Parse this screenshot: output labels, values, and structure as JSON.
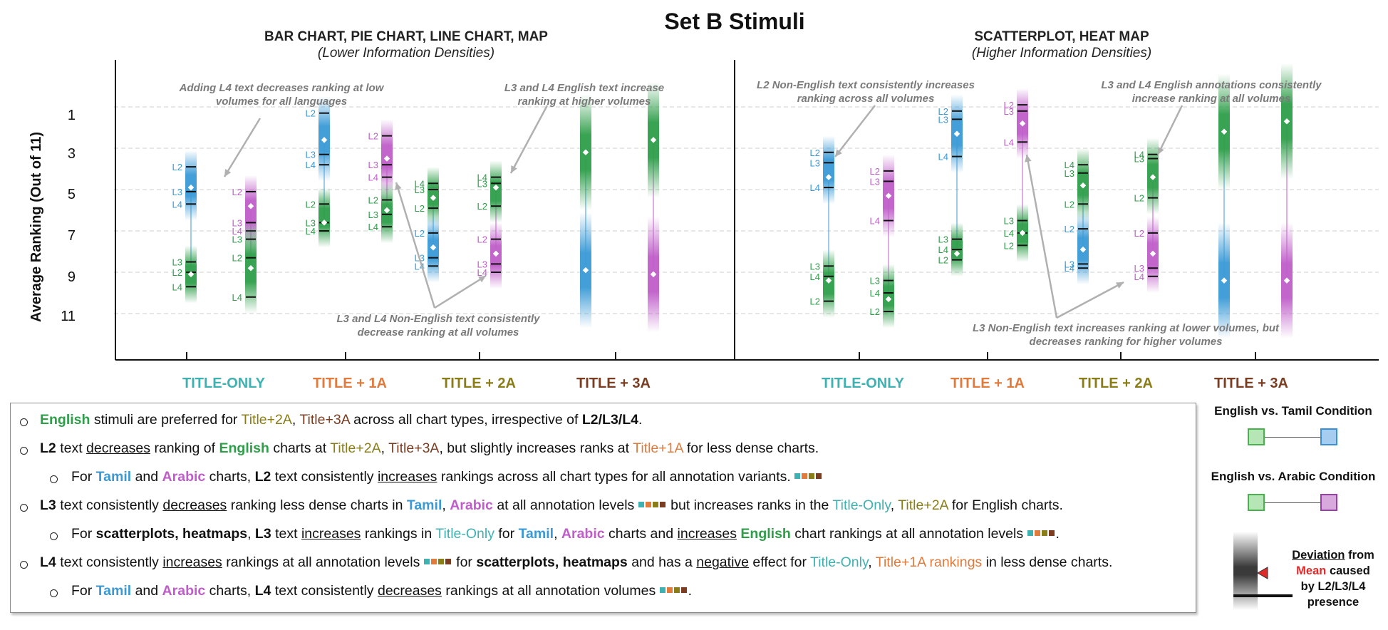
{
  "title": "Set B Stimuli",
  "colors": {
    "english": "#2e9e49",
    "tamil": "#3a9ad6",
    "arabic": "#bf5ec9",
    "title_only": "#3fb1b1",
    "title_1a": "#e07a3d",
    "title_2a": "#8a7d18",
    "title_3a": "#7b3d22",
    "legend_red": "#e02a2a"
  },
  "y_axis": {
    "label": "Average Ranking (Out of 11)",
    "ticks": [
      "1",
      "3",
      "5",
      "7",
      "9",
      "11"
    ]
  },
  "chart_data": [
    {
      "type": "range",
      "title": "BAR CHART, PIE CHART, LINE CHART, MAP",
      "subtitle": "(Lower  Information Densities)",
      "ylabel": "Average Ranking (Out of 11)",
      "ylim": [
        13,
        -0.5
      ],
      "categories": [
        "TITLE-ONLY",
        "TITLE + 1A",
        "TITLE + 2A",
        "TITLE + 3A"
      ],
      "pairs": [
        {
          "category": "TITLE-ONLY",
          "a": {
            "lang": "tamil",
            "mean": 4.9,
            "marks": [
              {
                "label": "L2",
                "y": 3.9
              },
              {
                "label": "L3",
                "y": 5.1
              },
              {
                "label": "L4",
                "y": 5.7
              }
            ]
          },
          "b": {
            "lang": "english",
            "mean": 9.1,
            "marks": [
              {
                "label": "L3",
                "y": 8.5
              },
              {
                "label": "L2",
                "y": 9.0
              },
              {
                "label": "L4",
                "y": 9.7
              }
            ]
          }
        },
        {
          "category": "TITLE-ONLY",
          "a": {
            "lang": "arabic",
            "mean": 5.8,
            "marks": [
              {
                "label": "L2",
                "y": 5.1
              },
              {
                "label": "L3",
                "y": 6.6
              },
              {
                "label": "L4",
                "y": 7.0
              }
            ]
          },
          "b": {
            "lang": "english",
            "mean": 8.8,
            "marks": [
              {
                "label": "L3",
                "y": 7.4
              },
              {
                "label": "L2",
                "y": 8.3
              },
              {
                "label": "L4",
                "y": 10.2
              }
            ]
          }
        },
        {
          "category": "TITLE + 1A",
          "a": {
            "lang": "tamil",
            "mean": 2.6,
            "marks": [
              {
                "label": "L2",
                "y": 1.3
              },
              {
                "label": "L3",
                "y": 3.3
              },
              {
                "label": "L4",
                "y": 3.8
              }
            ]
          },
          "b": {
            "lang": "english",
            "mean": 6.6,
            "marks": [
              {
                "label": "L2",
                "y": 5.7
              },
              {
                "label": "L3",
                "y": 6.6
              },
              {
                "label": "L4",
                "y": 7.0
              }
            ]
          }
        },
        {
          "category": "TITLE + 1A",
          "a": {
            "lang": "arabic",
            "mean": 3.5,
            "marks": [
              {
                "label": "L2",
                "y": 2.4
              },
              {
                "label": "L3",
                "y": 3.8
              },
              {
                "label": "L4",
                "y": 4.4
              }
            ]
          },
          "b": {
            "lang": "english",
            "mean": 6.0,
            "marks": [
              {
                "label": "L2",
                "y": 5.5
              },
              {
                "label": "L3",
                "y": 6.2
              },
              {
                "label": "L4",
                "y": 6.8
              }
            ]
          }
        },
        {
          "category": "TITLE + 2A",
          "a": {
            "lang": "english",
            "mean": 5.4,
            "marks": [
              {
                "label": "L4",
                "y": 4.7
              },
              {
                "label": "L3",
                "y": 5.0
              },
              {
                "label": "L2",
                "y": 5.9
              }
            ]
          },
          "b": {
            "lang": "tamil",
            "mean": 7.8,
            "marks": [
              {
                "label": "L2",
                "y": 7.1
              },
              {
                "label": "L3",
                "y": 8.3
              },
              {
                "label": "L4",
                "y": 8.7
              }
            ]
          }
        },
        {
          "category": "TITLE + 2A",
          "a": {
            "lang": "english",
            "mean": 4.9,
            "marks": [
              {
                "label": "L4",
                "y": 4.4
              },
              {
                "label": "L3",
                "y": 4.7
              },
              {
                "label": "L2",
                "y": 5.8
              }
            ]
          },
          "b": {
            "lang": "arabic",
            "mean": 8.1,
            "marks": [
              {
                "label": "L2",
                "y": 7.4
              },
              {
                "label": "L3",
                "y": 8.6
              },
              {
                "label": "L4",
                "y": 9.0
              }
            ]
          }
        },
        {
          "category": "TITLE + 3A",
          "a": {
            "lang": "english",
            "mean": 3.2,
            "marks": []
          },
          "b": {
            "lang": "tamil",
            "mean": 8.9,
            "marks": []
          }
        },
        {
          "category": "TITLE + 3A",
          "a": {
            "lang": "english",
            "mean": 2.6,
            "marks": []
          },
          "b": {
            "lang": "arabic",
            "mean": 9.1,
            "marks": []
          }
        }
      ],
      "annotations": [
        "Adding L4 text decreases ranking at low volumes for all languages",
        "L3 and L4 English text increase ranking at higher volumes",
        "L3 and L4 Non-English text consistently decrease ranking at all volumes"
      ]
    },
    {
      "type": "range",
      "title": "SCATTERPLOT, HEAT MAP",
      "subtitle": "(Higher  Information Densities)",
      "ylim": [
        13,
        -0.5
      ],
      "categories": [
        "TITLE-ONLY",
        "TITLE + 1A",
        "TITLE + 2A",
        "TITLE + 3A"
      ],
      "pairs": [
        {
          "category": "TITLE-ONLY",
          "a": {
            "lang": "tamil",
            "mean": 4.4,
            "marks": [
              {
                "label": "L2",
                "y": 3.2
              },
              {
                "label": "L3",
                "y": 3.7
              },
              {
                "label": "L4",
                "y": 4.9
              }
            ]
          },
          "b": {
            "lang": "english",
            "mean": 9.4,
            "marks": [
              {
                "label": "L3",
                "y": 8.7
              },
              {
                "label": "L4",
                "y": 9.2
              },
              {
                "label": "L2",
                "y": 10.4
              }
            ]
          }
        },
        {
          "category": "TITLE-ONLY",
          "a": {
            "lang": "arabic",
            "mean": 5.3,
            "marks": [
              {
                "label": "L2",
                "y": 4.1
              },
              {
                "label": "L3",
                "y": 4.6
              },
              {
                "label": "L4",
                "y": 6.5
              }
            ]
          },
          "b": {
            "lang": "english",
            "mean": 10.3,
            "marks": [
              {
                "label": "L3",
                "y": 9.4
              },
              {
                "label": "L4",
                "y": 10.0
              },
              {
                "label": "L2",
                "y": 10.9
              }
            ]
          }
        },
        {
          "category": "TITLE + 1A",
          "a": {
            "lang": "tamil",
            "mean": 2.3,
            "marks": [
              {
                "label": "L2",
                "y": 1.2
              },
              {
                "label": "L3",
                "y": 1.6
              },
              {
                "label": "L4",
                "y": 3.4
              }
            ]
          },
          "b": {
            "lang": "english",
            "mean": 8.1,
            "marks": [
              {
                "label": "L3",
                "y": 7.4
              },
              {
                "label": "L4",
                "y": 7.9
              },
              {
                "label": "L2",
                "y": 8.4
              }
            ]
          }
        },
        {
          "category": "TITLE + 1A",
          "a": {
            "lang": "arabic",
            "mean": 1.8,
            "marks": [
              {
                "label": "L2",
                "y": 0.9
              },
              {
                "label": "L3",
                "y": 1.2
              },
              {
                "label": "L4",
                "y": 2.7
              }
            ]
          },
          "b": {
            "lang": "english",
            "mean": 7.1,
            "marks": [
              {
                "label": "L3",
                "y": 6.5
              },
              {
                "label": "L4",
                "y": 7.1
              },
              {
                "label": "L2",
                "y": 7.7
              }
            ]
          }
        },
        {
          "category": "TITLE + 2A",
          "a": {
            "lang": "english",
            "mean": 4.8,
            "marks": [
              {
                "label": "L4",
                "y": 3.8
              },
              {
                "label": "L3",
                "y": 4.2
              },
              {
                "label": "L2",
                "y": 5.7
              }
            ]
          },
          "b": {
            "lang": "tamil",
            "mean": 7.9,
            "marks": [
              {
                "label": "L2",
                "y": 6.9
              },
              {
                "label": "L3",
                "y": 8.6
              },
              {
                "label": "L4",
                "y": 8.8
              }
            ]
          }
        },
        {
          "category": "TITLE + 2A",
          "a": {
            "lang": "english",
            "mean": 4.4,
            "marks": [
              {
                "label": "L4",
                "y": 3.3
              },
              {
                "label": "L3",
                "y": 3.5
              },
              {
                "label": "L2",
                "y": 5.4
              }
            ]
          },
          "b": {
            "lang": "arabic",
            "mean": 8.1,
            "marks": [
              {
                "label": "L2",
                "y": 7.1
              },
              {
                "label": "L3",
                "y": 8.8
              },
              {
                "label": "L4",
                "y": 9.2
              }
            ]
          }
        },
        {
          "category": "TITLE + 3A",
          "a": {
            "lang": "english",
            "mean": 2.2,
            "marks": []
          },
          "b": {
            "lang": "tamil",
            "mean": 9.4,
            "marks": []
          }
        },
        {
          "category": "TITLE + 3A",
          "a": {
            "lang": "english",
            "mean": 1.7,
            "marks": []
          },
          "b": {
            "lang": "arabic",
            "mean": 9.4,
            "marks": []
          }
        }
      ],
      "annotations": [
        "L2 Non-English text consistently increases ranking across all volumes",
        "L3 and L4 English annotations consistently increase ranking at all volumes",
        "L3 Non-English text increases ranking at lower volumes, but decreases ranking for higher volumes"
      ]
    }
  ],
  "annotations_text": {
    "a1": "Adding L4 text decreases ranking at low volumes for all languages",
    "a2": "L3 and L4 English text increase ranking at higher volumes",
    "a3": "L3 and L4 Non-English text consistently decrease ranking at all volumes",
    "a4": "L2 Non-English text consistently increases ranking across all volumes",
    "a5": "L3 and L4 English annotations consistently increase ranking at all volumes",
    "a6": "L3 Non-English text increases ranking at lower volumes, but decreases ranking for higher volumes"
  },
  "notes": {
    "n1": {
      "english": "English",
      "t1": "stimuli are preferred for",
      "title2a": "Title+2A",
      "sep": ",",
      "title3a": "Title+3A",
      "t2": "across all chart types, irrespective of",
      "levels": "L2/L3/L4",
      "end": "."
    },
    "n2": {
      "l2": "L2",
      "t1": "text",
      "decreases": "decreases",
      "t2": "ranking of",
      "english": "English",
      "t3": "charts at",
      "title2a": "Title+2A",
      "sep": ",",
      "title3a": "Title+3A",
      "t4": ", but slightly increases ranks at",
      "title1a": "Title+1A",
      "t5": "for less dense charts."
    },
    "n3": {
      "t1": "For",
      "tamil": "Tamil",
      "and": "and",
      "arabic": "Arabic",
      "t2": "charts,",
      "l2": "L2",
      "t3": "text consistently",
      "increases": "increases",
      "t4": "rankings across all chart types for all annotation variants."
    },
    "n4": {
      "l3": "L3",
      "t1": "text consistently",
      "decreases": "decreases",
      "t2": "ranking less dense charts in",
      "tamil": "Tamil",
      "sep": ",",
      "arabic": "Arabic",
      "t3": "at all annotation levels",
      "t4": "but increases ranks in the",
      "titleonly": "Title-Only",
      "sep2": ",",
      "title2a": "Title+2A",
      "t5": "for English charts."
    },
    "n5": {
      "t1": "For",
      "bold": "scatterplots, heatmaps",
      "sep": ",",
      "l3": "L3",
      "t2": "text",
      "increases": "increases",
      "t3": "rankings in",
      "titleonly": "Title-Only",
      "t4": "for",
      "tamil": "Tamil",
      "sep2": ",",
      "arabic": "Arabic",
      "t5": "charts and",
      "increases2": "increases",
      "english": "English",
      "t6": "chart rankings at all annotation levels",
      "end": "."
    },
    "n6": {
      "l4": "L4",
      "t1": "text consistently",
      "increases": "increases",
      "t2": "rankings at all annotation levels",
      "t3": "for",
      "bold": "scatterplots, heatmaps",
      "t4": "and has a",
      "negative": "negative",
      "t5": "effect for",
      "titleonly": "Title-Only",
      "sep": ",",
      "title1a": "Title+1A rankings",
      "t6": "in less dense charts."
    },
    "n7": {
      "t1": "For",
      "tamil": "Tamil",
      "and": "and",
      "arabic": "Arabic",
      "t2": "charts,",
      "l4": "L4",
      "t3": "text consistently",
      "decreases": "decreases",
      "t4": "rankings at all annotation volumes",
      "end": "."
    }
  },
  "legend": {
    "tamil_title": "English vs. Tamil Condition",
    "arabic_title": "English vs. Arabic Condition",
    "deviation_word": "Deviation",
    "dev_from": "from",
    "mean_word": "Mean",
    "caused": "caused",
    "by_line": "by L2/L3/L4",
    "presence": "presence"
  }
}
